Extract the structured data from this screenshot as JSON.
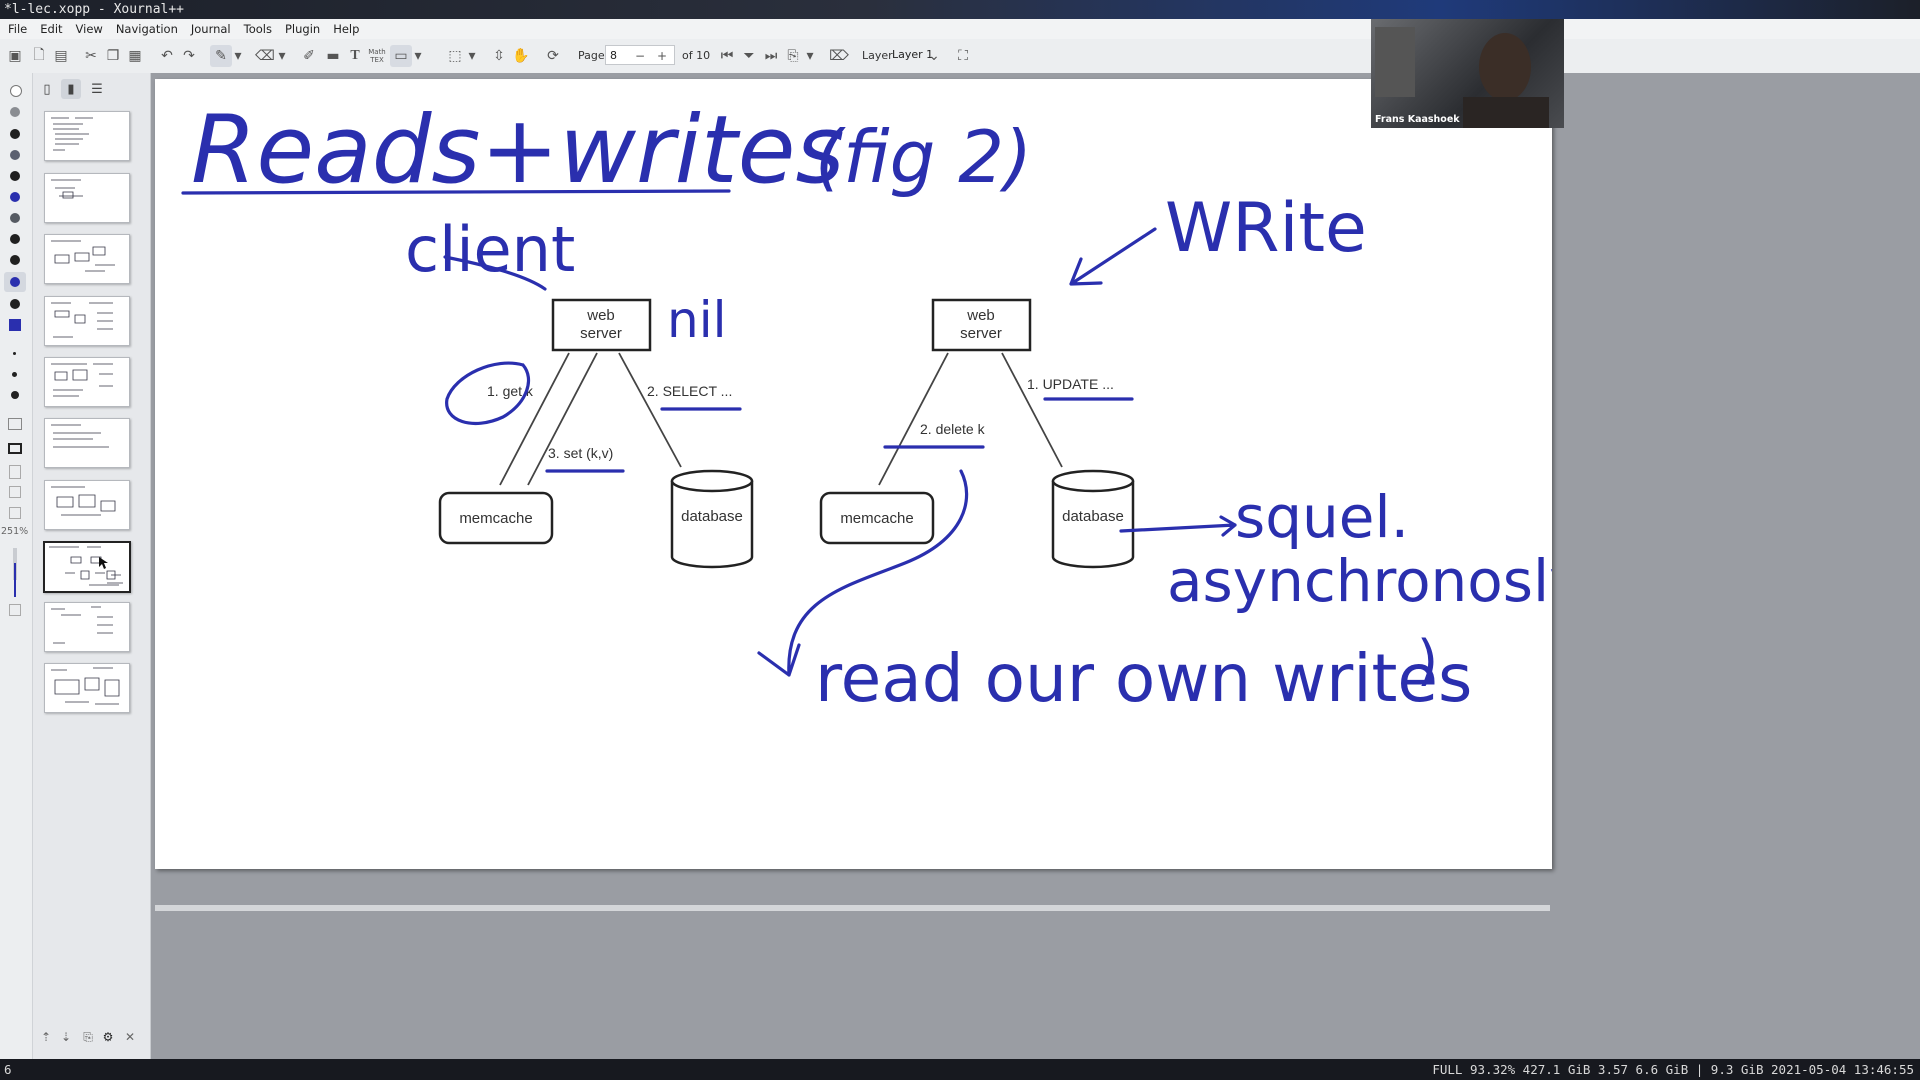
{
  "window": {
    "title": "*l-lec.xopp - Xournal++"
  },
  "menu": [
    "File",
    "Edit",
    "View",
    "Navigation",
    "Journal",
    "Tools",
    "Plugin",
    "Help"
  ],
  "toolbar": {
    "page_label": "Page",
    "page_value": "8",
    "page_total": "of 10",
    "layer_label": "Layer",
    "layer_value": "Layer 1",
    "math_tex_label": "Math TEX"
  },
  "sidebar": {
    "zoom": "251%",
    "selected_page": 8,
    "page_count": 10
  },
  "webcam": {
    "name": "Frans Kaashoek"
  },
  "note": {
    "title": "Reads+writes",
    "fig_ref": "(fig 2)",
    "client": "client",
    "nil": "nil",
    "write": "WRite",
    "squel": "squel.",
    "async": "asynchronosly",
    "read_own": "read our own writes",
    "paren": ")"
  },
  "diagram": {
    "left": {
      "web_server": "web server",
      "memcache": "memcache",
      "database": "database",
      "edge_get": "1. get k",
      "edge_select": "2. SELECT ...",
      "edge_set": "3. set (k,v)"
    },
    "right": {
      "web_server": "web server",
      "memcache": "memcache",
      "database": "database",
      "edge_update": "1. UPDATE ...",
      "edge_delete": "2. delete k"
    }
  },
  "statusbar": {
    "workspace": "6",
    "stats": "FULL 93.32% 427.1 GiB 3.57 6.6 GiB | 9.3 GiB 2021-05-04 13:46:55"
  },
  "colors": {
    "ink": "#2a2fae",
    "page": "#ffffff",
    "desk": "#9a9da3"
  }
}
